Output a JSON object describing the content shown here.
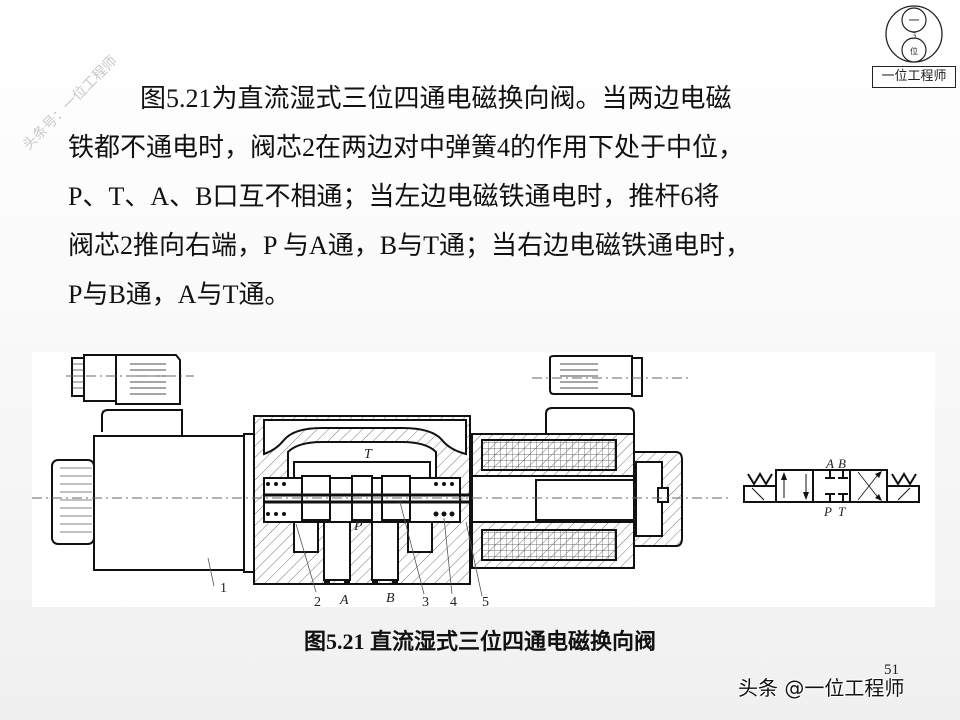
{
  "watermark": {
    "diagonal_text": "头条号：一位工程师"
  },
  "logo": {
    "label": "一位工程师",
    "top_circle_char": "一",
    "bottom_circle_char": "位"
  },
  "paragraph": {
    "lines": [
      "图5.21为直流湿式三位四通电磁换向阀。当两边电磁",
      "铁都不通电时，阀芯2在两边对中弹簧4的作用下处于中位，",
      "P、T、A、B口互不相通；当左边电磁铁通电时，推杆6将",
      "阀芯2推向右端，P 与A通，B与T通；当右边电磁铁通电时，",
      "P与B通，A与T通。"
    ]
  },
  "figure": {
    "part_labels": [
      "1",
      "2",
      "A",
      "B",
      "3",
      "4",
      "5"
    ],
    "port_label_T": "T",
    "port_label_P": "P",
    "symbol": {
      "top_ports": [
        "A",
        "B"
      ],
      "bottom_ports": [
        "P",
        "T"
      ]
    }
  },
  "caption": "图5.21  直流湿式三位四通电磁换向阀",
  "page_number": "51",
  "footer_watermark": "头条 @一位工程师"
}
